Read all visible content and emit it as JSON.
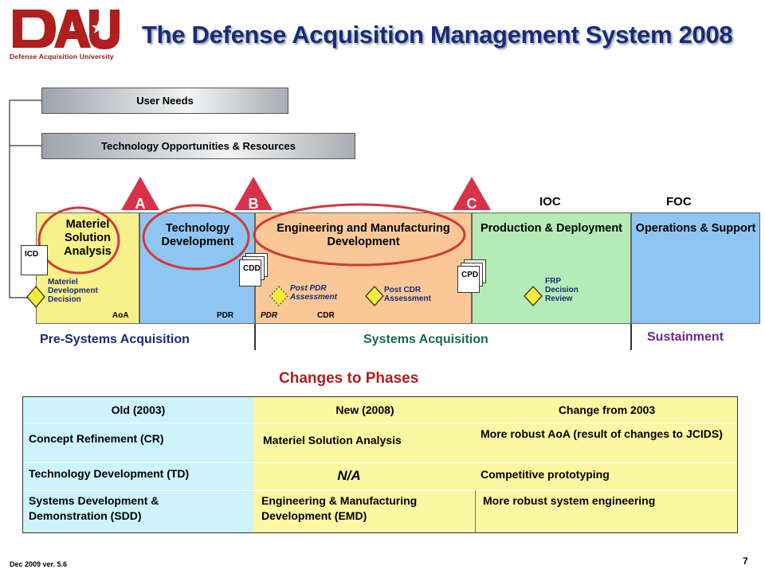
{
  "logo": {
    "text": "Defense Acquisition University",
    "letters": "DAU"
  },
  "title": "The Defense Acquisition Management System 2008",
  "inputs": {
    "user_needs": "User Needs",
    "tech_opps": "Technology  Opportunities  &  Resources"
  },
  "milestones": {
    "a": "A",
    "b": "B",
    "c": "C",
    "ioc": "IOC",
    "foc": "FOC"
  },
  "phases": {
    "msa": "Materiel Solution Analysis",
    "td": "Technology Development",
    "emd": "Engineering and Manufacturing Development",
    "pd": "Production & Deployment",
    "os": "Operations & Support"
  },
  "docs": {
    "icd": "ICD",
    "cdd": "CDD",
    "cpd": "CPD"
  },
  "decision_points": {
    "mdd": "Materiel Development Decision",
    "post_pdr": "Post PDR Assessment",
    "post_cdr": "Post CDR Assessment",
    "frp": "FRP Decision Review"
  },
  "reviews": {
    "aoa": "AoA",
    "pdr": "PDR",
    "pdr_italic": "PDR",
    "cdr": "CDR"
  },
  "sections": {
    "pre": "Pre-Systems Acquisition",
    "systems": "Systems Acquisition",
    "sustainment": "Sustainment"
  },
  "changes_title": "Changes to Phases",
  "table": {
    "headers": [
      "Old (2003)",
      "New (2008)",
      "Change from 2003"
    ],
    "rows": [
      [
        "Concept Refinement (CR)",
        "Materiel Solution Analysis",
        "More robust AoA (result of changes to JCIDS)"
      ],
      [
        "Technology Development (TD)",
        "N/A",
        "Competitive prototyping"
      ],
      [
        "Systems Development & Demonstration (SDD)",
        "Engineering & Manufacturing Development (EMD)",
        "More robust system engineering"
      ]
    ]
  },
  "footer": {
    "date": "Dec 2009  ver. 5.6",
    "page": "7"
  },
  "colors": {
    "title": "#1a2a7a",
    "brand_red": "#b01e1e",
    "msa": "#f7f189",
    "td": "#8fc5f2",
    "emd": "#f9c896",
    "pd": "#b5ebb4",
    "os": "#8fc5f2",
    "table_blue": "#cdf3fb",
    "table_yellow": "#fbf7a2"
  }
}
